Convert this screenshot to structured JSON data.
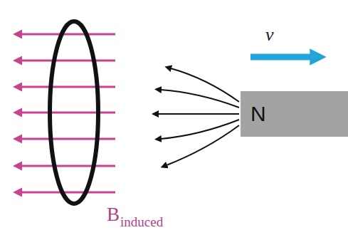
{
  "diagram": {
    "nodes": [
      {
        "text": [
          "N"
        ]
      }
    ],
    "labels": [
      "v",
      "B",
      "induced"
    ]
  }
}
